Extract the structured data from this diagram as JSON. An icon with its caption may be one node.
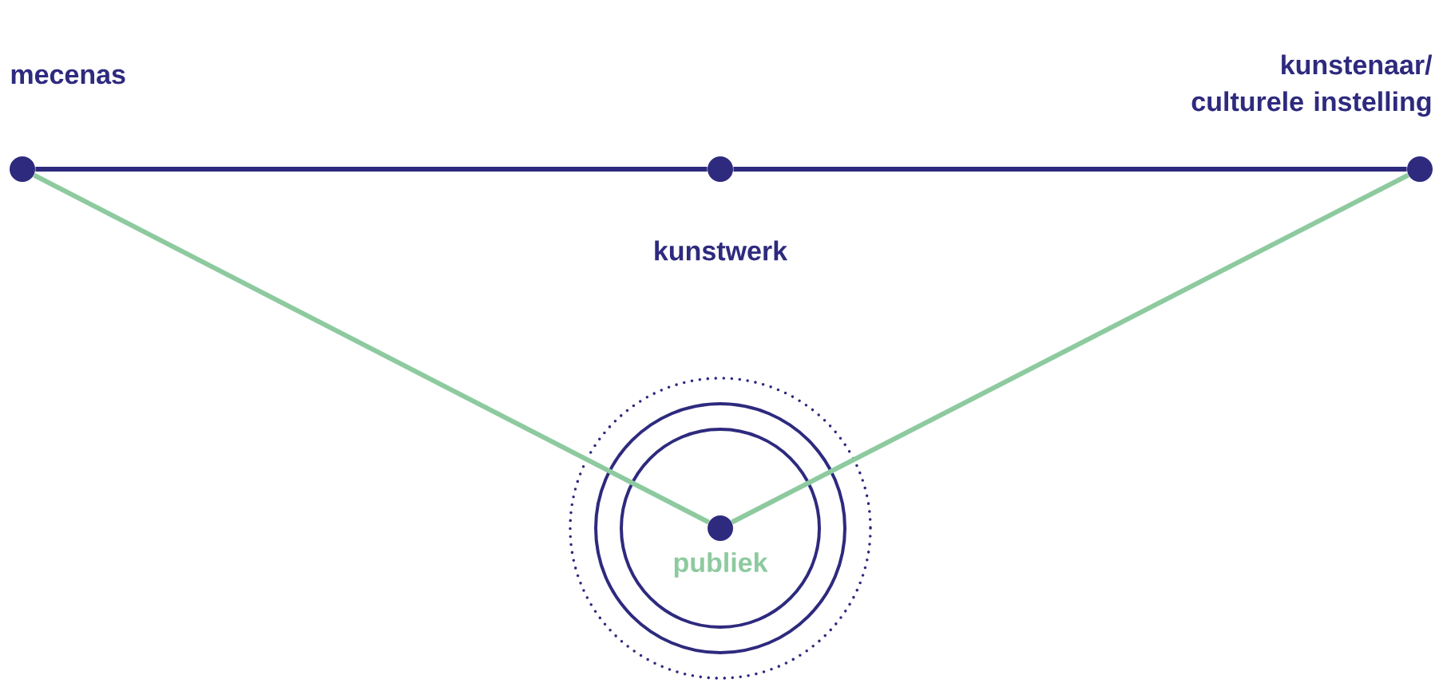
{
  "diagram": {
    "nodes": [
      {
        "text": [
          "mecenas"
        ]
      },
      {
        "text": [
          "kunstwerk"
        ]
      },
      {
        "text": [
          "kunstenaar/ culturele instelling"
        ]
      },
      {
        "text": [
          "publiek"
        ]
      }
    ],
    "edges": [
      {
        "from": 0,
        "to": 1,
        "arrow": "none",
        "color": "#2e2a7e"
      },
      {
        "from": 1,
        "to": 2,
        "arrow": "none",
        "color": "#2e2a7e"
      },
      {
        "from": 0,
        "to": 3,
        "arrow": "none",
        "color": "#8dca9f"
      },
      {
        "from": 2,
        "to": 3,
        "arrow": "none",
        "color": "#8dca9f"
      }
    ]
  }
}
